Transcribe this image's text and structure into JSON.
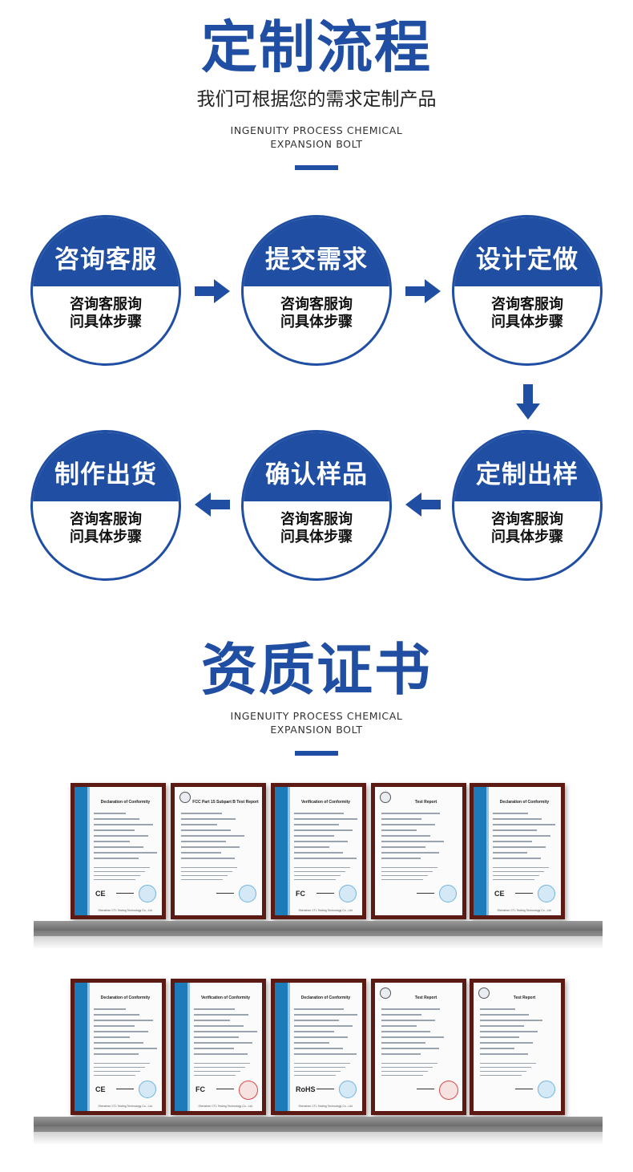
{
  "process": {
    "title": "定制流程",
    "subtitle": "我们可根据您的需求定制产品",
    "english_line1": "INGENUITY PROCESS CHEMICAL",
    "english_line2": "EXPANSION BOLT",
    "steps": [
      {
        "title": "咨询客服",
        "desc1": "咨询客服询",
        "desc2": "问具体步骤"
      },
      {
        "title": "提交需求",
        "desc1": "咨询客服询",
        "desc2": "问具体步骤"
      },
      {
        "title": "设计定做",
        "desc1": "咨询客服询",
        "desc2": "问具体步骤"
      },
      {
        "title": "定制出样",
        "desc1": "咨询客服询",
        "desc2": "问具体步骤"
      },
      {
        "title": "确认样品",
        "desc1": "咨询客服询",
        "desc2": "问具体步骤"
      },
      {
        "title": "制作出货",
        "desc1": "咨询客服询",
        "desc2": "问具体步骤"
      }
    ]
  },
  "certificates": {
    "title": "资质证书",
    "english_line1": "INGENUITY PROCESS CHEMICAL",
    "english_line2": "EXPANSION BOLT",
    "row1": [
      {
        "heading": "Declaration of Conformity",
        "style": "stripe",
        "mark": "CE"
      },
      {
        "heading": "FCC Part 15 Subpart B Test Report",
        "style": "plain",
        "mark": ""
      },
      {
        "heading": "Verification of Conformity",
        "style": "stripe",
        "mark": "FC"
      },
      {
        "heading": "Test Report",
        "style": "plain",
        "mark": ""
      },
      {
        "heading": "Declaration of Conformity",
        "style": "stripe",
        "mark": "CE"
      }
    ],
    "row2": [
      {
        "heading": "Declaration of Conformity",
        "style": "stripe",
        "mark": "CE"
      },
      {
        "heading": "Verification of Conformity",
        "style": "stripe",
        "mark": "FC"
      },
      {
        "heading": "Declaration of Conformity",
        "style": "stripe",
        "mark": "RoHS"
      },
      {
        "heading": "Test Report",
        "style": "plain",
        "mark": ""
      },
      {
        "heading": "Test Report",
        "style": "plain",
        "mark": ""
      }
    ],
    "footer_text": "Shenzhen CTL Testing Technology Co., Ltd."
  },
  "colors": {
    "brand_blue": "#1f4ea3",
    "frame": "#5b1a14"
  }
}
